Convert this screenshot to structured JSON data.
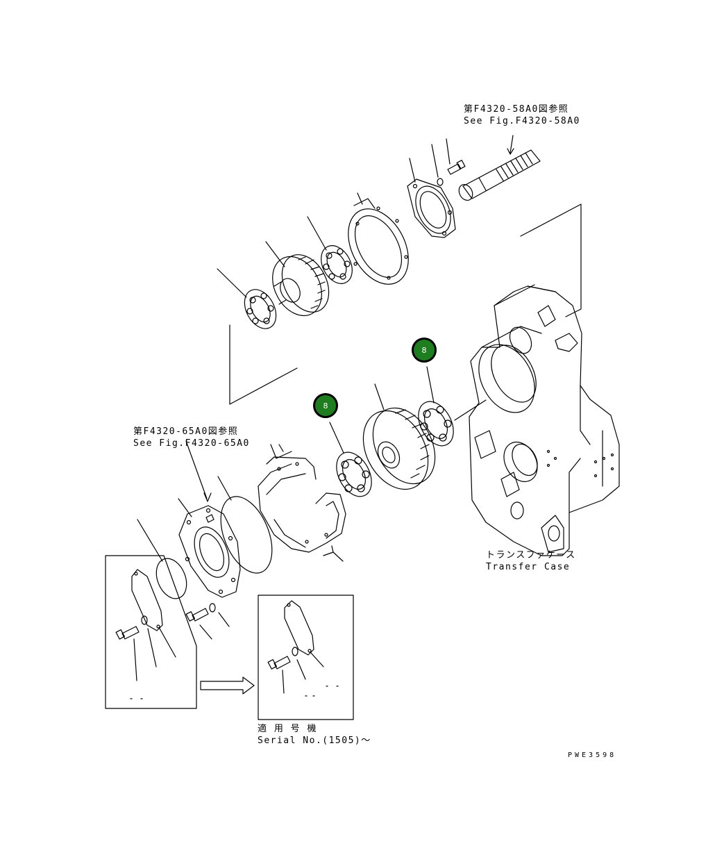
{
  "ref_top": {
    "jp": "第F4320-58A0図参照",
    "en": "See Fig.F4320-58A0"
  },
  "ref_mid": {
    "jp": "第F4320-65A0図参照",
    "en": "See Fig.F4320-65A0"
  },
  "case_label": {
    "jp": "トランスファケース",
    "en": "Transfer Case"
  },
  "serial": {
    "jp": "適 用 号 機",
    "en": "Serial No.(1505)〜"
  },
  "drawing_code": "PWE3598",
  "badges": [
    {
      "label": "8",
      "color": "#1e7d1e"
    },
    {
      "label": "8",
      "color": "#1e7d1e"
    }
  ],
  "colors": {
    "line": "#000000",
    "badge_fill": "#1e7d1e"
  }
}
